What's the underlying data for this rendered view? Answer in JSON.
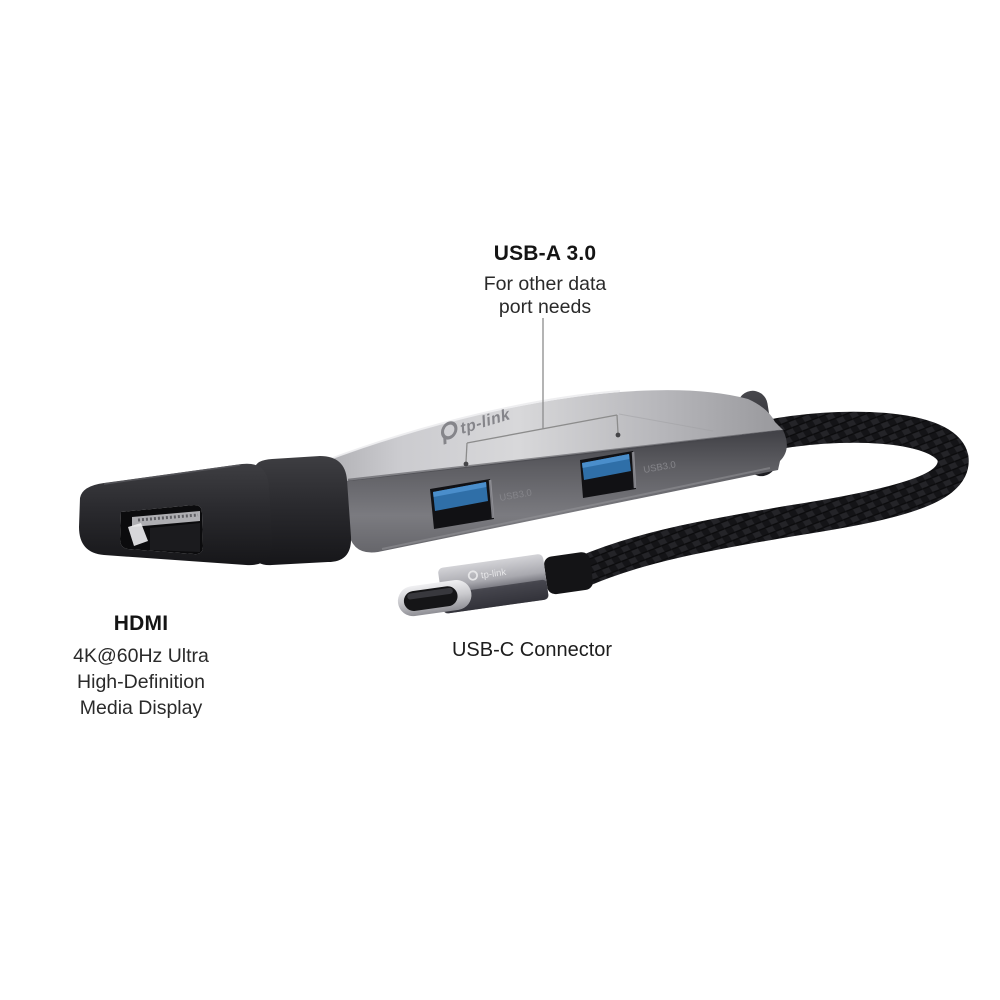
{
  "annotations": {
    "usb_a": {
      "title": "USB-A 3.0",
      "desc_line1": "For other data",
      "desc_line2": "port needs"
    },
    "hdmi": {
      "title": "HDMI",
      "desc_line1": "4K@60Hz Ultra",
      "desc_line2": "High-Definition",
      "desc_line3": "Media Display"
    },
    "usb_c": {
      "title": "USB-C Connector"
    }
  },
  "device": {
    "brand_logo": "tp-link",
    "connector_logo": "tp-link",
    "usb_port_label": "USB3.0",
    "colors": {
      "usb_blue": "#2f6fa8",
      "usb_blue_light": "#4a8ecb",
      "cable_black": "#171719",
      "body_silver": "#c0c0c4",
      "cap_black": "#242427",
      "annotation_line": "#8c8c8c"
    }
  }
}
